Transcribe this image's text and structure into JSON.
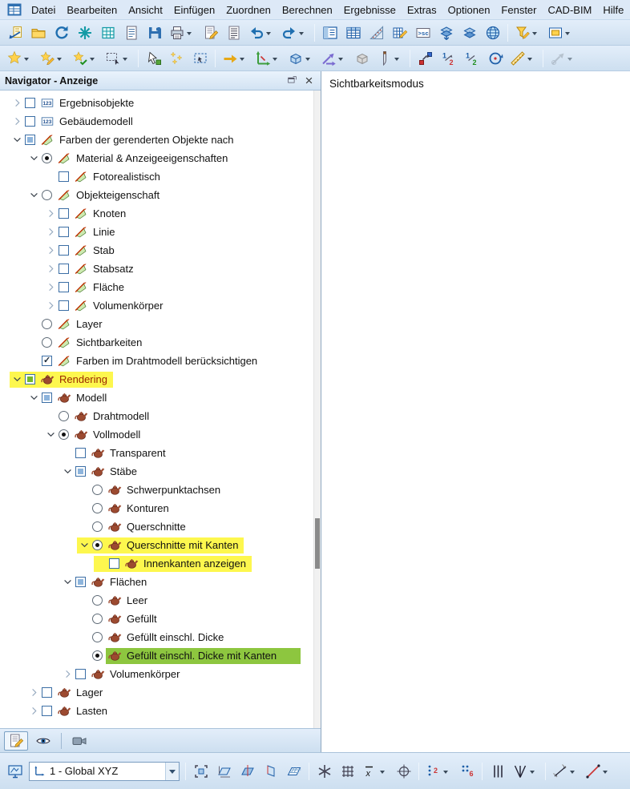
{
  "window": {
    "canvas_label": "Sichtbarkeitsmodus"
  },
  "colors": {
    "accent": "#2e6fb0",
    "toolbar_bg": "#d6e4f2",
    "highlight_yellow": "#fdf74e",
    "highlight_green": "#8dc63f",
    "rendering_label_color": "#9a2800",
    "checkbox_border": "#3b6ea5",
    "partial_fill": "#8db4dc",
    "green_fill": "#74b72c"
  },
  "menubar": {
    "app_icon": "app-window",
    "items": [
      "Datei",
      "Bearbeiten",
      "Ansicht",
      "Einfügen",
      "Zuordnen",
      "Berechnen",
      "Ergebnisse",
      "Extras",
      "Optionen",
      "Fenster",
      "CAD-BIM",
      "Hilfe"
    ]
  },
  "toolbar_main": [
    {
      "name": "import-model",
      "icon": "import"
    },
    {
      "name": "new-model",
      "icon": "folder-new"
    },
    {
      "name": "regenerate-model",
      "icon": "refresh"
    },
    {
      "name": "generate-structure",
      "icon": "gen-star"
    },
    {
      "name": "generate-tables",
      "icon": "gen-grid"
    },
    {
      "name": "print-preview",
      "icon": "preview"
    },
    {
      "name": "save",
      "icon": "save"
    },
    {
      "name": "print",
      "icon": "print",
      "caret": true
    },
    {
      "name": "edit-printout-report",
      "icon": "page-pencil"
    },
    {
      "name": "printout-report",
      "icon": "report"
    },
    {
      "name": "undo",
      "icon": "undo",
      "caret": true
    },
    {
      "name": "redo",
      "icon": "redo",
      "caret": true
    },
    "sep",
    {
      "name": "toggle-navigator",
      "icon": "panel"
    },
    {
      "name": "toggle-tables",
      "icon": "table"
    },
    {
      "name": "work-plane",
      "icon": "drafting"
    },
    {
      "name": "edit-tables",
      "icon": "table-edit"
    },
    {
      "name": "export-screenshot",
      "icon": "export-sc"
    },
    {
      "name": "import-layers",
      "icon": "layers-arrow"
    },
    {
      "name": "layers",
      "icon": "layers"
    },
    {
      "name": "rendering-mode",
      "icon": "globe"
    },
    "sep",
    {
      "name": "partial-view-filter",
      "icon": "funnel-pencil",
      "caret": true
    },
    {
      "name": "visibility-window",
      "icon": "vis-frame",
      "caret": true
    }
  ],
  "toolbar_edit": [
    {
      "name": "visibility-by-objects",
      "icon": "star",
      "caret": true
    },
    {
      "name": "visibility-edit",
      "icon": "star-pencil",
      "caret": true
    },
    {
      "name": "visibility-numbering",
      "icon": "star-check",
      "caret": true
    },
    {
      "name": "select-lasso",
      "icon": "lasso",
      "caret": true
    },
    "sep",
    {
      "name": "select-special",
      "icon": "select-green"
    },
    {
      "name": "select-visible",
      "icon": "select-stars"
    },
    {
      "name": "select-window",
      "icon": "select-frame"
    },
    "sep",
    {
      "name": "move-copy",
      "icon": "move-arrow",
      "caret": true
    },
    {
      "name": "rotate",
      "icon": "axes-green",
      "caret": true
    },
    {
      "name": "extrude",
      "icon": "cube-blue",
      "caret": true
    },
    {
      "name": "project",
      "icon": "arrows-violet",
      "caret": true
    },
    {
      "name": "shift-plane",
      "icon": "cube-gray"
    },
    {
      "name": "section-plane",
      "icon": "knife",
      "caret": true
    },
    "sep",
    {
      "name": "move-nodes",
      "icon": "node-move"
    },
    {
      "name": "renumber",
      "icon": "renumber1"
    },
    {
      "name": "renumber-options",
      "icon": "renumber2"
    },
    {
      "name": "renumber-rotate",
      "icon": "rotate-num"
    },
    {
      "name": "measure",
      "icon": "measure",
      "caret": true
    },
    "sep",
    {
      "name": "comment",
      "icon": "compass-gray",
      "caret": true,
      "disabled": true
    }
  ],
  "navigator": {
    "title": "Navigator - Anzeige",
    "float_icon": "float-window",
    "close_icon": "close",
    "tabs": [
      {
        "name": "tab-data",
        "icon": "page-pencil",
        "active": true
      },
      {
        "name": "tab-display",
        "icon": "eye",
        "active": false
      },
      {
        "name": "tab-views",
        "icon": "camera",
        "active": false
      }
    ],
    "tree": [
      {
        "label": "Ergebnisobjekte",
        "level": 0,
        "arrow": "col",
        "ctrl": "checkbox",
        "state": "unchecked",
        "icon": "num123"
      },
      {
        "label": "Gebäudemodell",
        "level": 0,
        "arrow": "col",
        "ctrl": "checkbox",
        "state": "unchecked",
        "icon": "num123"
      },
      {
        "label": "Farben der gerenderten Objekte nach",
        "level": 0,
        "arrow": "exp",
        "ctrl": "checkbox",
        "state": "partial",
        "icon": "ruler"
      },
      {
        "label": "Material & Anzeigeeigenschaften",
        "level": 1,
        "arrow": "exp",
        "ctrl": "radio",
        "state": "on",
        "icon": "ruler"
      },
      {
        "label": "Fotorealistisch",
        "level": 2,
        "arrow": "none",
        "ctrl": "checkbox",
        "state": "unchecked",
        "icon": "ruler"
      },
      {
        "label": "Objekteigenschaft",
        "level": 1,
        "arrow": "exp",
        "ctrl": "radio",
        "state": "off",
        "icon": "ruler"
      },
      {
        "label": "Knoten",
        "level": 2,
        "arrow": "col",
        "ctrl": "checkbox",
        "state": "unchecked",
        "icon": "ruler"
      },
      {
        "label": "Linie",
        "level": 2,
        "arrow": "col",
        "ctrl": "checkbox",
        "state": "unchecked",
        "icon": "ruler"
      },
      {
        "label": "Stab",
        "level": 2,
        "arrow": "col",
        "ctrl": "checkbox",
        "state": "unchecked",
        "icon": "ruler"
      },
      {
        "label": "Stabsatz",
        "level": 2,
        "arrow": "col",
        "ctrl": "checkbox",
        "state": "unchecked",
        "icon": "ruler"
      },
      {
        "label": "Fläche",
        "level": 2,
        "arrow": "col",
        "ctrl": "checkbox",
        "state": "unchecked",
        "icon": "ruler"
      },
      {
        "label": "Volumenkörper",
        "level": 2,
        "arrow": "col",
        "ctrl": "checkbox",
        "state": "unchecked",
        "icon": "ruler"
      },
      {
        "label": "Layer",
        "level": 1,
        "arrow": "none",
        "ctrl": "radio",
        "state": "off",
        "icon": "ruler"
      },
      {
        "label": "Sichtbarkeiten",
        "level": 1,
        "arrow": "none",
        "ctrl": "radio",
        "state": "off",
        "icon": "ruler"
      },
      {
        "label": "Farben im Drahtmodell berücksichtigen",
        "level": 1,
        "arrow": "none",
        "ctrl": "checkbox",
        "state": "checked",
        "icon": "ruler"
      },
      {
        "label": "Rendering",
        "level": 0,
        "arrow": "exp",
        "ctrl": "checkbox",
        "state": "green",
        "icon": "teapot",
        "hl": "yellow",
        "color": "#9a2800"
      },
      {
        "label": "Modell",
        "level": 1,
        "arrow": "exp",
        "ctrl": "checkbox",
        "state": "partial",
        "icon": "teapot"
      },
      {
        "label": "Drahtmodell",
        "level": 2,
        "arrow": "none",
        "ctrl": "radio",
        "state": "off",
        "icon": "teapot"
      },
      {
        "label": "Vollmodell",
        "level": 2,
        "arrow": "exp",
        "ctrl": "radio",
        "state": "on",
        "icon": "teapot"
      },
      {
        "label": "Transparent",
        "level": 3,
        "arrow": "none",
        "ctrl": "checkbox",
        "state": "unchecked",
        "icon": "teapot"
      },
      {
        "label": "Stäbe",
        "level": 3,
        "arrow": "exp",
        "ctrl": "checkbox",
        "state": "partial",
        "icon": "teapot"
      },
      {
        "label": "Schwerpunktachsen",
        "level": 4,
        "arrow": "none",
        "ctrl": "radio",
        "state": "off",
        "icon": "teapot"
      },
      {
        "label": "Konturen",
        "level": 4,
        "arrow": "none",
        "ctrl": "radio",
        "state": "off",
        "icon": "teapot"
      },
      {
        "label": "Querschnitte",
        "level": 4,
        "arrow": "none",
        "ctrl": "radio",
        "state": "off",
        "icon": "teapot"
      },
      {
        "label": "Querschnitte mit Kanten",
        "level": 4,
        "arrow": "exp",
        "ctrl": "radio",
        "state": "on",
        "icon": "teapot",
        "hl": "yellow"
      },
      {
        "label": "Innenkanten anzeigen",
        "level": 5,
        "arrow": "none",
        "ctrl": "checkbox",
        "state": "unchecked",
        "icon": "teapot",
        "hl": "yellow"
      },
      {
        "label": "Flächen",
        "level": 3,
        "arrow": "exp",
        "ctrl": "checkbox",
        "state": "partial",
        "icon": "teapot"
      },
      {
        "label": "Leer",
        "level": 4,
        "arrow": "none",
        "ctrl": "radio",
        "state": "off",
        "icon": "teapot"
      },
      {
        "label": "Gefüllt",
        "level": 4,
        "arrow": "none",
        "ctrl": "radio",
        "state": "off",
        "icon": "teapot"
      },
      {
        "label": "Gefüllt einschl. Dicke",
        "level": 4,
        "arrow": "none",
        "ctrl": "radio",
        "state": "off",
        "icon": "teapot"
      },
      {
        "label": "Gefüllt einschl. Dicke mit Kanten",
        "level": 4,
        "arrow": "none",
        "ctrl": "radio",
        "state": "on",
        "icon": "teapot",
        "hl": "green"
      },
      {
        "label": "Volumenkörper",
        "level": 3,
        "arrow": "col",
        "ctrl": "checkbox",
        "state": "unchecked",
        "icon": "teapot"
      },
      {
        "label": "Lager",
        "level": 1,
        "arrow": "col",
        "ctrl": "checkbox",
        "state": "unchecked",
        "icon": "teapot"
      },
      {
        "label": "Lasten",
        "level": 1,
        "arrow": "col",
        "ctrl": "checkbox",
        "state": "unchecked",
        "icon": "teapot"
      }
    ]
  },
  "bottom_toolbar": {
    "view_button": {
      "name": "full-model-view",
      "icon": "view-screen"
    },
    "cs_selector": {
      "value": "1 - Global XYZ",
      "icon": "cs-axes"
    },
    "groups": [
      [
        {
          "name": "viewport-frame",
          "icon": "frame-corners"
        },
        {
          "name": "workplane-xy",
          "icon": "plane-xy"
        },
        {
          "name": "workplane-xz",
          "icon": "plane-xz"
        },
        {
          "name": "workplane-yz",
          "icon": "plane-yz"
        },
        {
          "name": "workplane-grid",
          "icon": "plane-grid"
        }
      ],
      [
        {
          "name": "snap",
          "icon": "snap-star"
        },
        {
          "name": "grid",
          "icon": "grid-dark"
        },
        {
          "name": "grid-spacing",
          "icon": "xbar",
          "caret": true
        },
        {
          "name": "crosshair",
          "icon": "crosshair"
        }
      ],
      [
        {
          "name": "snap-points-2",
          "icon": "points2",
          "caret": true
        },
        {
          "name": "snap-points-6",
          "icon": "points6"
        }
      ],
      [
        {
          "name": "guidelines-parallel",
          "icon": "lines-parallel"
        },
        {
          "name": "guidelines-fan",
          "icon": "lines-fan",
          "caret": true
        }
      ],
      [
        {
          "name": "dimensions",
          "icon": "dim-line",
          "caret": true
        },
        {
          "name": "comment-line",
          "icon": "line-diag",
          "caret": true
        }
      ]
    ]
  }
}
